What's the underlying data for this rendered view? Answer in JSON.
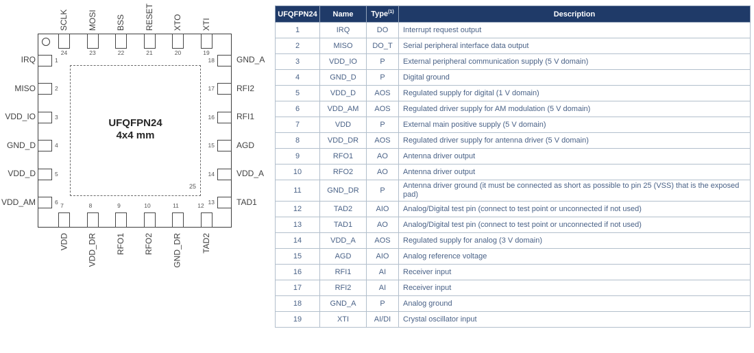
{
  "diagram": {
    "package": "UFQFPN24",
    "size": "4x4 mm",
    "exposed_pad": "25",
    "pins": {
      "top": [
        {
          "num": "24",
          "name": "SCLK"
        },
        {
          "num": "23",
          "name": "MOSI"
        },
        {
          "num": "22",
          "name": "BSS"
        },
        {
          "num": "21",
          "name": "RESET"
        },
        {
          "num": "20",
          "name": "XTO"
        },
        {
          "num": "19",
          "name": "XTI"
        }
      ],
      "left": [
        {
          "num": "1",
          "name": "IRQ"
        },
        {
          "num": "2",
          "name": "MISO"
        },
        {
          "num": "3",
          "name": "VDD_IO"
        },
        {
          "num": "4",
          "name": "GND_D"
        },
        {
          "num": "5",
          "name": "VDD_D"
        },
        {
          "num": "6",
          "name": "VDD_AM"
        }
      ],
      "right": [
        {
          "num": "18",
          "name": "GND_A"
        },
        {
          "num": "17",
          "name": "RFI2"
        },
        {
          "num": "16",
          "name": "RFI1"
        },
        {
          "num": "15",
          "name": "AGD"
        },
        {
          "num": "14",
          "name": "VDD_A"
        },
        {
          "num": "13",
          "name": "TAD1"
        }
      ],
      "bottom": [
        {
          "num": "7",
          "name": "VDD"
        },
        {
          "num": "8",
          "name": "VDD_DR"
        },
        {
          "num": "9",
          "name": "RFO1"
        },
        {
          "num": "10",
          "name": "RFO2"
        },
        {
          "num": "11",
          "name": "GND_DR"
        },
        {
          "num": "12",
          "name": "TAD2"
        }
      ]
    }
  },
  "table": {
    "headers": {
      "pin": "UFQFPN24",
      "name": "Name",
      "type": "Type",
      "type_sup": "(1)",
      "description": "Description"
    },
    "rows": [
      {
        "pin": "1",
        "name": "IRQ",
        "type": "DO",
        "description": "Interrupt request output"
      },
      {
        "pin": "2",
        "name": "MISO",
        "type": "DO_T",
        "description": "Serial peripheral interface data output"
      },
      {
        "pin": "3",
        "name": "VDD_IO",
        "type": "P",
        "description": "External peripheral communication supply (5 V domain)"
      },
      {
        "pin": "4",
        "name": "GND_D",
        "type": "P",
        "description": "Digital ground"
      },
      {
        "pin": "5",
        "name": "VDD_D",
        "type": "AOS",
        "description": "Regulated supply for digital (1 V domain)"
      },
      {
        "pin": "6",
        "name": "VDD_AM",
        "type": "AOS",
        "description": "Regulated driver supply for AM modulation (5 V domain)"
      },
      {
        "pin": "7",
        "name": "VDD",
        "type": "P",
        "description": "External main positive supply (5 V domain)"
      },
      {
        "pin": "8",
        "name": "VDD_DR",
        "type": "AOS",
        "description": "Regulated driver supply for antenna driver (5 V domain)"
      },
      {
        "pin": "9",
        "name": "RFO1",
        "type": "AO",
        "description": "Antenna driver output"
      },
      {
        "pin": "10",
        "name": "RFO2",
        "type": "AO",
        "description": "Antenna driver output"
      },
      {
        "pin": "11",
        "name": "GND_DR",
        "type": "P",
        "description": "Antenna driver ground (it must be connected as short as possible to pin 25 (VSS) that is the exposed pad)"
      },
      {
        "pin": "12",
        "name": "TAD2",
        "type": "AIO",
        "description": "Analog/Digital test pin (connect to test point or unconnected if not used)"
      },
      {
        "pin": "13",
        "name": "TAD1",
        "type": "AO",
        "description": "Analog/Digital test pin (connect to test point or unconnected if not used)"
      },
      {
        "pin": "14",
        "name": "VDD_A",
        "type": "AOS",
        "description": "Regulated supply for analog (3 V domain)"
      },
      {
        "pin": "15",
        "name": "AGD",
        "type": "AIO",
        "description": "Analog reference voltage"
      },
      {
        "pin": "16",
        "name": "RFI1",
        "type": "AI",
        "description": "Receiver input"
      },
      {
        "pin": "17",
        "name": "RFI2",
        "type": "AI",
        "description": "Receiver input"
      },
      {
        "pin": "18",
        "name": "GND_A",
        "type": "P",
        "description": "Analog ground"
      },
      {
        "pin": "19",
        "name": "XTI",
        "type": "AI/DI",
        "description": "Crystal oscillator input"
      }
    ]
  },
  "colors": {
    "header_bg": "#1f3a68",
    "cell_text": "#4a6287",
    "grid": "#b2bfcc"
  }
}
